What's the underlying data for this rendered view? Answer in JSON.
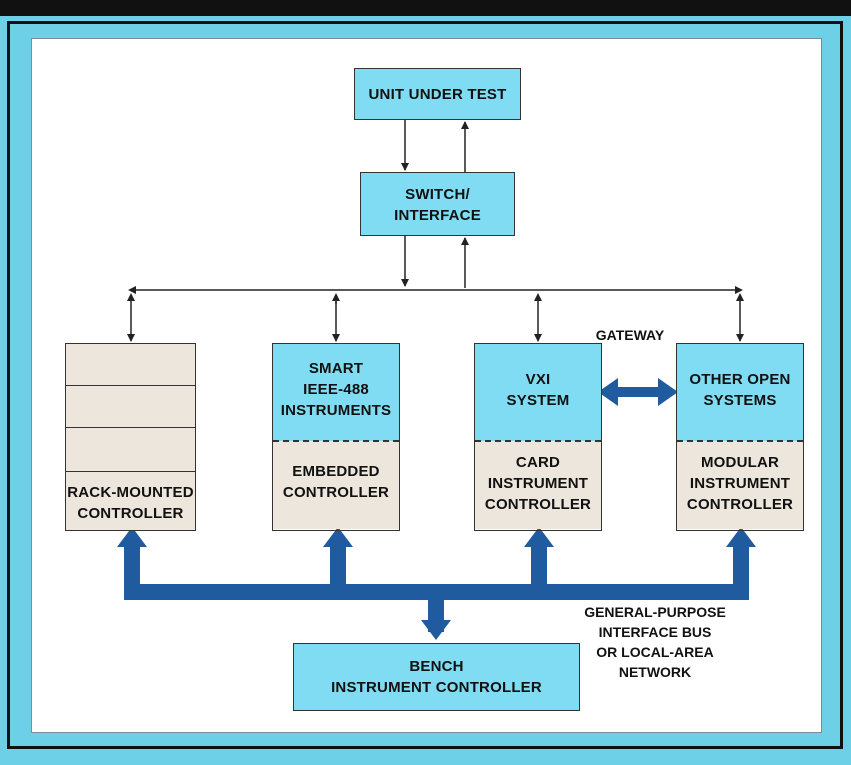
{
  "diagram": {
    "unit_under_test": "UNIT UNDER TEST",
    "switch_interface": "SWITCH/\nINTERFACE",
    "rack_controller": "RACK-MOUNTED\nCONTROLLER",
    "smart_instruments": "SMART\nIEEE-488\nINSTRUMENTS",
    "embedded_controller": "EMBEDDED\nCONTROLLER",
    "vxi_system": "VXI\nSYSTEM",
    "card_controller": "CARD\nINSTRUMENT\nCONTROLLER",
    "other_open_systems": "OTHER OPEN\nSYSTEMS",
    "modular_controller": "MODULAR\nINSTRUMENT\nCONTROLLER",
    "gateway": "GATEWAY",
    "bench_controller": "BENCH\nINSTRUMENT CONTROLLER",
    "bus_label": "GENERAL-PURPOSE\nINTERFACE BUS\nOR LOCAL-AREA\nNETWORK"
  },
  "colors": {
    "frame": "#6ed0e6",
    "box_upper": "#7fdcf2",
    "box_lower": "#ece6dd",
    "bus": "#1f5b9e"
  }
}
